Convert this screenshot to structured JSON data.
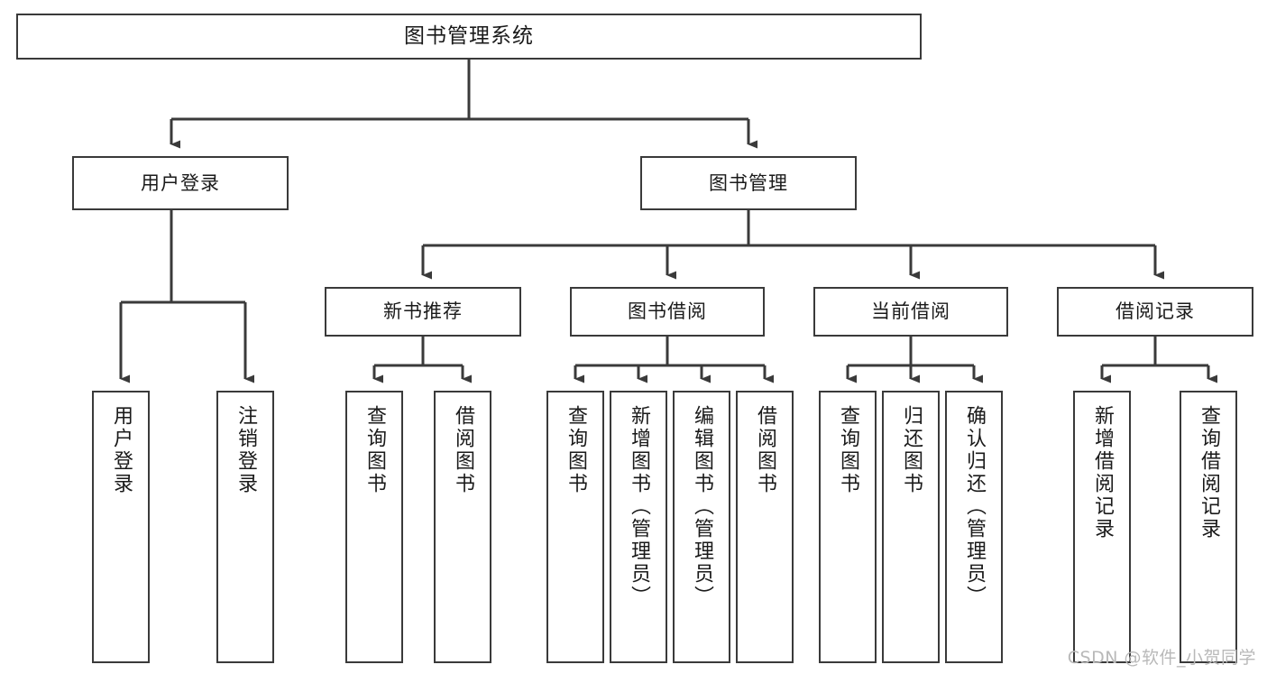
{
  "diagram": {
    "type": "tree-hierarchy-chart",
    "title": "图书管理系统",
    "stroke_color": "#3a3a3a",
    "background_color": "#ffffff",
    "text_color": "#1a1a1a",
    "levels": [
      {
        "level": 1,
        "nodes": [
          {
            "id": "root",
            "label": "图书管理系统",
            "orientation": "horizontal"
          }
        ]
      },
      {
        "level": 2,
        "nodes": [
          {
            "id": "login",
            "label": "用户登录",
            "orientation": "horizontal",
            "parent": "root"
          },
          {
            "id": "bookmgmt",
            "label": "图书管理",
            "orientation": "horizontal",
            "parent": "root"
          }
        ]
      },
      {
        "level": 3,
        "nodes": [
          {
            "id": "newbook",
            "label": "新书推荐",
            "orientation": "horizontal",
            "parent": "bookmgmt"
          },
          {
            "id": "borrow",
            "label": "图书借阅",
            "orientation": "horizontal",
            "parent": "bookmgmt"
          },
          {
            "id": "current",
            "label": "当前借阅",
            "orientation": "horizontal",
            "parent": "bookmgmt"
          },
          {
            "id": "record",
            "label": "借阅记录",
            "orientation": "horizontal",
            "parent": "bookmgmt"
          }
        ]
      },
      {
        "level": 4,
        "nodes": [
          {
            "id": "leaf1",
            "label": "用户登录",
            "orientation": "vertical",
            "parent": "login"
          },
          {
            "id": "leaf2",
            "label": "注销登录",
            "orientation": "vertical",
            "parent": "login"
          },
          {
            "id": "leaf3",
            "label": "查询图书",
            "orientation": "vertical",
            "parent": "newbook"
          },
          {
            "id": "leaf4",
            "label": "借阅图书",
            "orientation": "vertical",
            "parent": "newbook"
          },
          {
            "id": "leaf5",
            "label": "查询图书",
            "orientation": "vertical",
            "parent": "borrow"
          },
          {
            "id": "leaf6",
            "label": "新增图书（管理员）",
            "orientation": "vertical",
            "parent": "borrow"
          },
          {
            "id": "leaf7",
            "label": "编辑图书（管理员）",
            "orientation": "vertical",
            "parent": "borrow"
          },
          {
            "id": "leaf8",
            "label": "借阅图书",
            "orientation": "vertical",
            "parent": "borrow"
          },
          {
            "id": "leaf9",
            "label": "查询图书",
            "orientation": "vertical",
            "parent": "current"
          },
          {
            "id": "leaf10",
            "label": "归还图书",
            "orientation": "vertical",
            "parent": "current"
          },
          {
            "id": "leaf11",
            "label": "确认归还（管理员）",
            "orientation": "vertical",
            "parent": "current"
          },
          {
            "id": "leaf12",
            "label": "新增借阅记录",
            "orientation": "vertical",
            "parent": "record"
          },
          {
            "id": "leaf13",
            "label": "查询借阅记录",
            "orientation": "vertical",
            "parent": "record"
          }
        ]
      }
    ]
  },
  "watermark": {
    "text": "CSDN @软件_小贺同学",
    "color": "#b9b9b9"
  }
}
